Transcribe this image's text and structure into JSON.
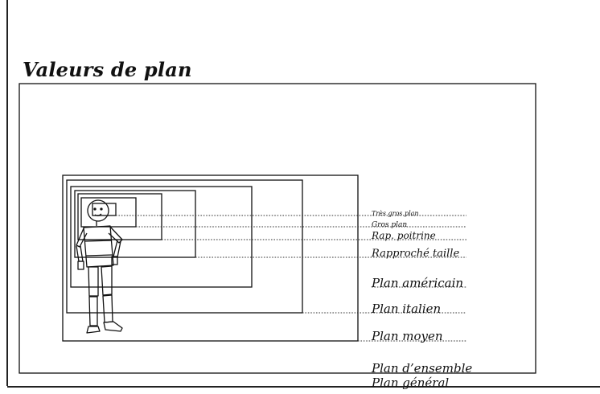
{
  "title": "Valeurs de plan",
  "shot_labels": [
    "Très gros plan",
    "Gros plan",
    "Rap. poitrine",
    "Rapproché taille",
    "Plan américain",
    "Plan italien",
    "Plan moyen",
    "Plan d’ensemble",
    "Plan général"
  ]
}
